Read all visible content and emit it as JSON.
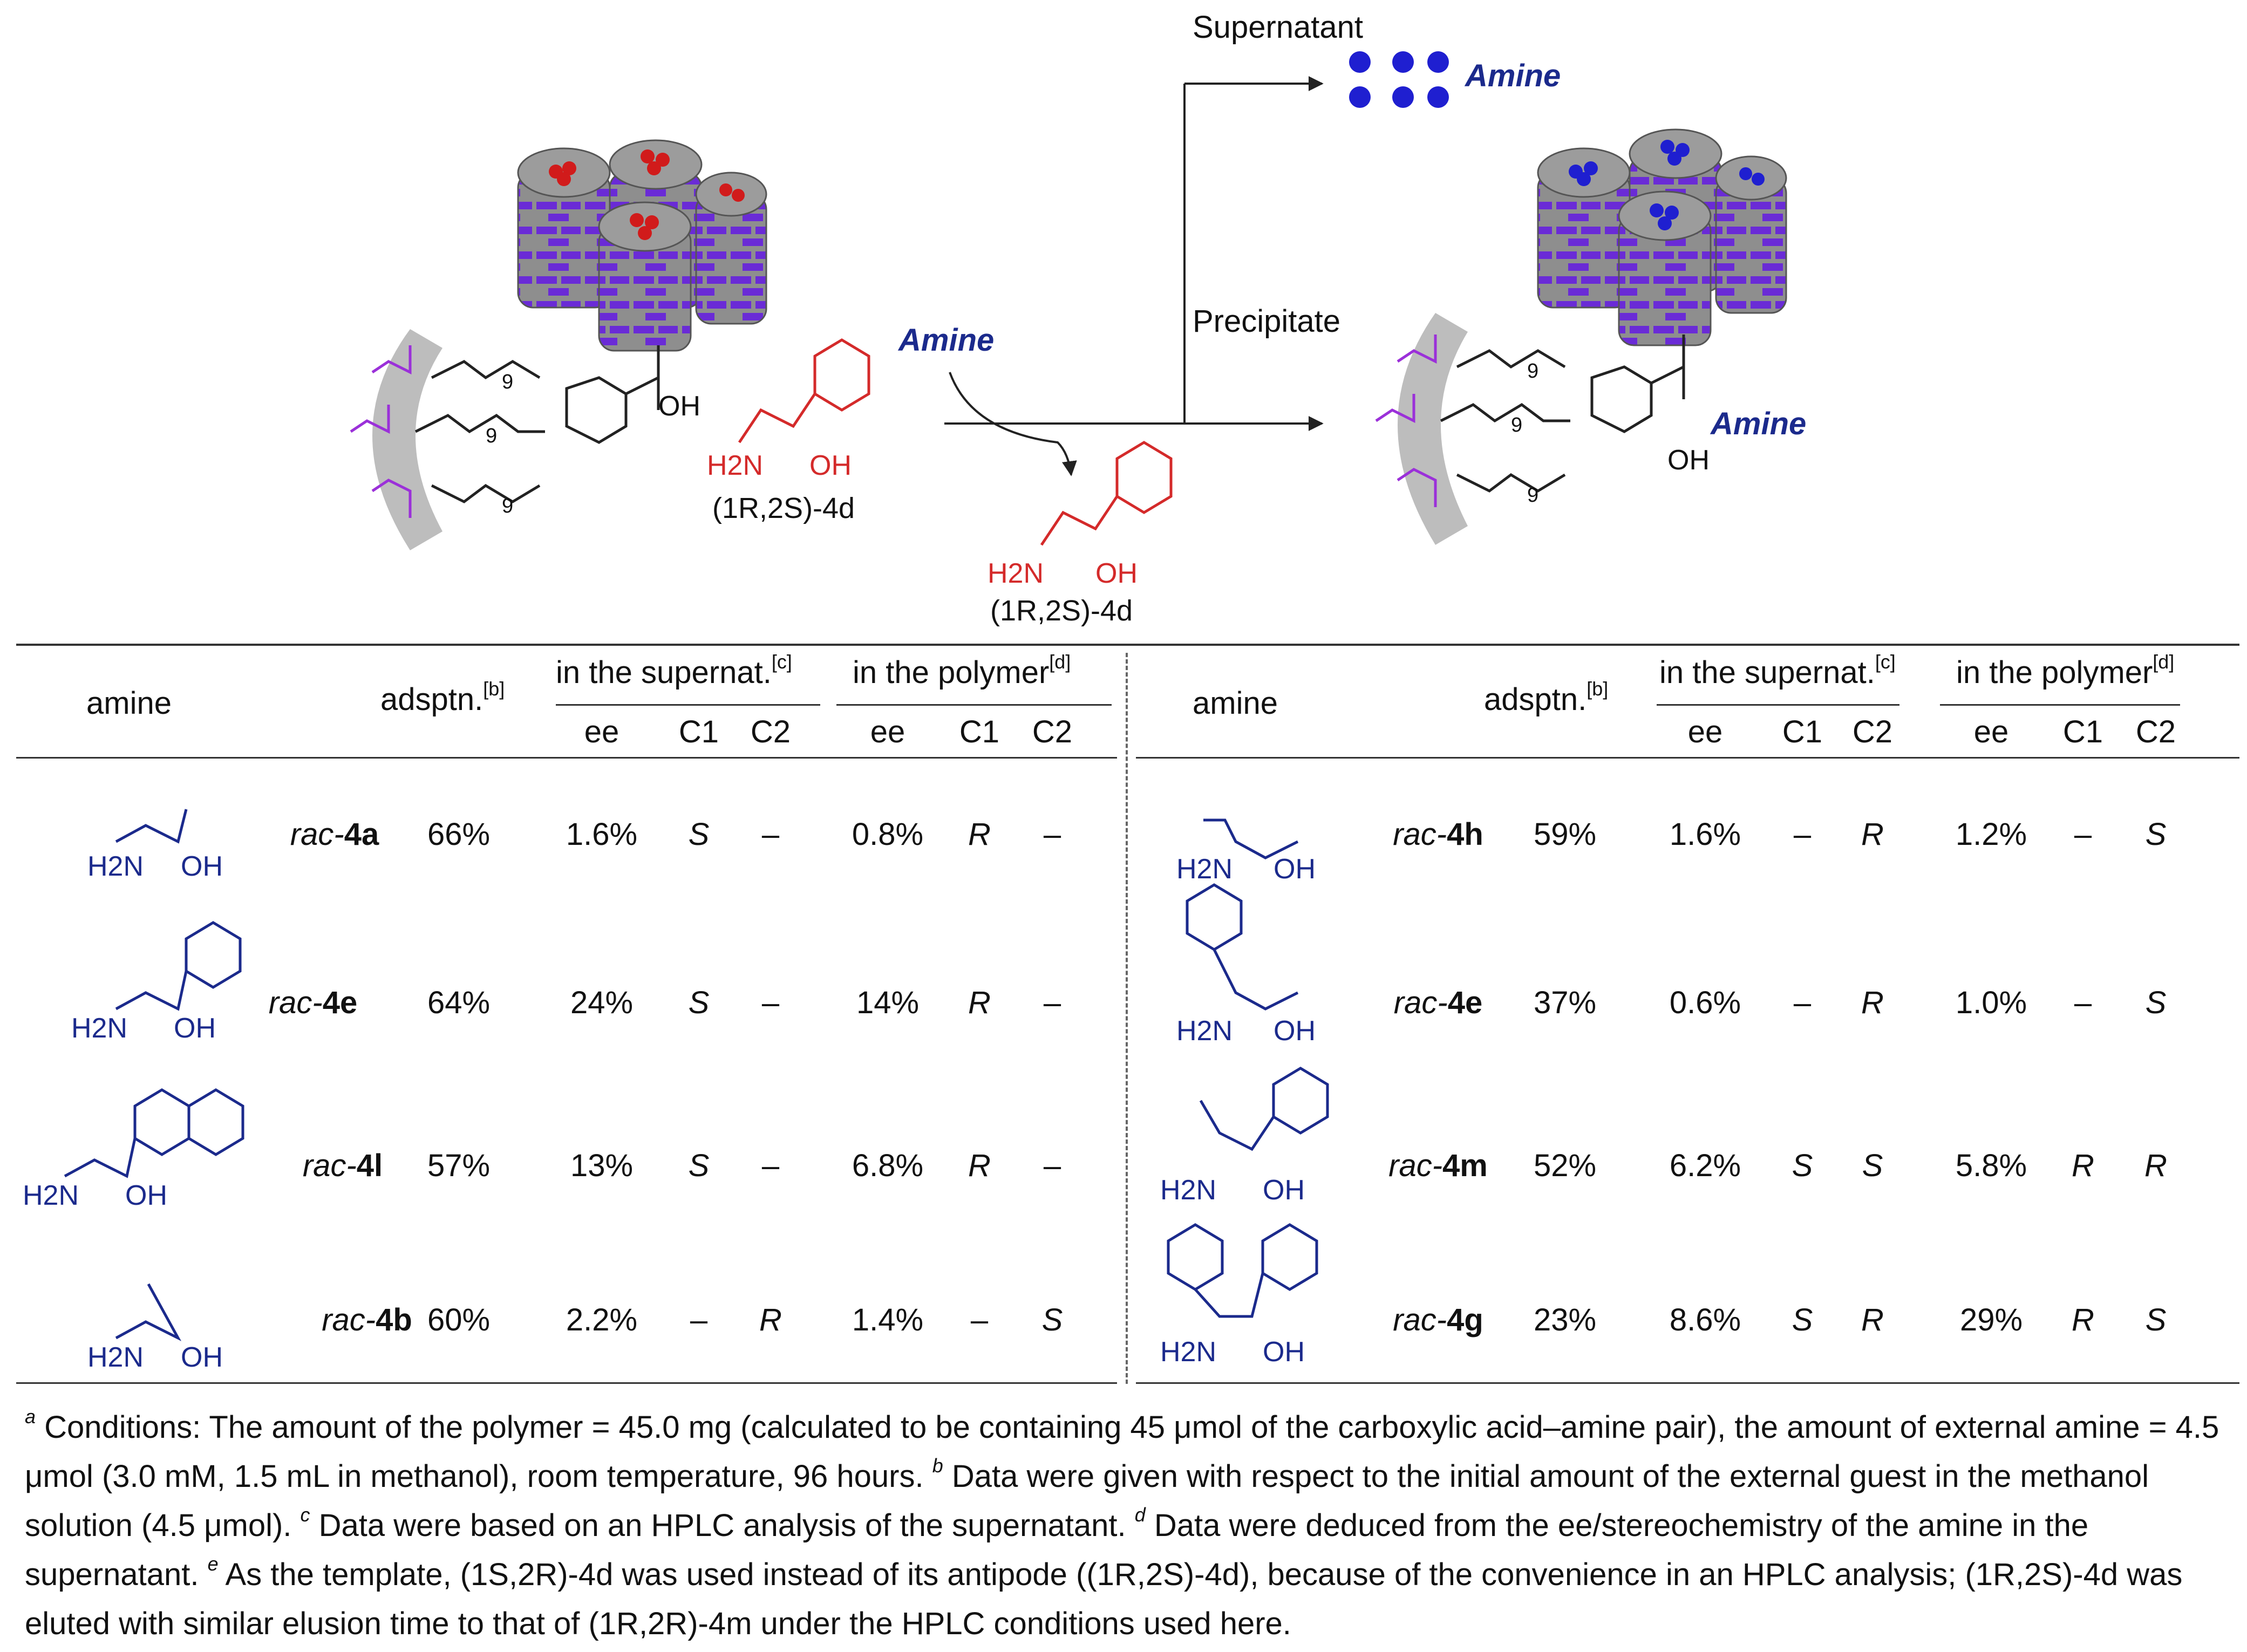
{
  "scheme": {
    "supernatant_label": "Supernatant",
    "supernatant_amine": "Amine",
    "precipitate_label": "Precipitate",
    "arrow_amine": "Amine",
    "product_amine": "Amine",
    "template_label": "(1R,2S)-4d",
    "released_label": "(1R,2S)-4d",
    "oh": "OH",
    "h2n": "H2N",
    "subscript_9": "9",
    "colors": {
      "ester": "#9b30d9",
      "template": "#d42a2a",
      "amine": "#1b2a8c",
      "shell": "#bdbdbd",
      "cylinder": "#8e8e8e",
      "bricks": "#6a2bd6"
    }
  },
  "table": {
    "headers": {
      "amine": "amine",
      "adsptn": "adsptn.",
      "adsptn_note": "[b]",
      "supernat": "in the supernat.",
      "supernat_note": "[c]",
      "polymer": "in the polymer",
      "polymer_note": "[d]",
      "ee": "ee",
      "c1": "C1",
      "c2": "C2"
    },
    "left": [
      {
        "prefix": "rac-",
        "code": "4a",
        "adsptn": "66%",
        "sup_ee": "1.6%",
        "sup_c1": "S",
        "sup_c2": "–",
        "pol_ee": "0.8%",
        "pol_c1": "R",
        "pol_c2": "–"
      },
      {
        "prefix": "rac-",
        "code": "4e",
        "adsptn": "64%",
        "sup_ee": "24%",
        "sup_c1": "S",
        "sup_c2": "–",
        "pol_ee": "14%",
        "pol_c1": "R",
        "pol_c2": "–"
      },
      {
        "prefix": "rac-",
        "code": "4l",
        "adsptn": "57%",
        "sup_ee": "13%",
        "sup_c1": "S",
        "sup_c2": "–",
        "pol_ee": "6.8%",
        "pol_c1": "R",
        "pol_c2": "–"
      },
      {
        "prefix": "rac-",
        "code": "4b",
        "adsptn": "60%",
        "sup_ee": "2.2%",
        "sup_c1": "–",
        "sup_c2": "R",
        "pol_ee": "1.4%",
        "pol_c1": "–",
        "pol_c2": "S"
      }
    ],
    "right": [
      {
        "prefix": "rac-",
        "code": "4h",
        "adsptn": "59%",
        "sup_ee": "1.6%",
        "sup_c1": "–",
        "sup_c2": "R",
        "pol_ee": "1.2%",
        "pol_c1": "–",
        "pol_c2": "S"
      },
      {
        "prefix": "rac-",
        "code": "4e",
        "adsptn": "37%",
        "sup_ee": "0.6%",
        "sup_c1": "–",
        "sup_c2": "R",
        "pol_ee": "1.0%",
        "pol_c1": "–",
        "pol_c2": "S"
      },
      {
        "prefix": "rac-",
        "code": "4m",
        "adsptn": "52%",
        "sup_ee": "6.2%",
        "sup_c1": "S",
        "sup_c2": "S",
        "pol_ee": "5.8%",
        "pol_c1": "R",
        "pol_c2": "R"
      },
      {
        "prefix": "rac-",
        "code": "4g",
        "adsptn": "23%",
        "sup_ee": "8.6%",
        "sup_c1": "S",
        "sup_c2": "R",
        "pol_ee": "29%",
        "pol_c1": "R",
        "pol_c2": "S"
      }
    ]
  },
  "footnotes": {
    "a_mark": "a",
    "a_text": " Conditions:  The amount of the polymer = 45.0 mg (calculated to be containing 45 μmol of the carboxylic acid–amine pair), the amount of external amine = 4.5 μmol (3.0 mM, 1.5 mL in methanol), room temperature, 96 hours.  ",
    "b_mark": "b",
    "b_text": " Data were given with respect to the initial amount of the external guest in the methanol solution (4.5 μmol).  ",
    "c_mark": "c",
    "c_text": " Data were based on an HPLC analysis of the supernatant.  ",
    "d_mark": "d",
    "d_text": " Data were deduced from the ee/stereochemistry of the amine in the supernatant.  ",
    "e_mark": "e",
    "e_text": " As the template, (1S,2R)-4d was used instead of its antipode ((1R,2S)-4d), because of the convenience in an HPLC analysis; (1R,2S)-4d was eluted with similar elusion time to that of (1R,2R)-4m under the HPLC conditions used here."
  }
}
